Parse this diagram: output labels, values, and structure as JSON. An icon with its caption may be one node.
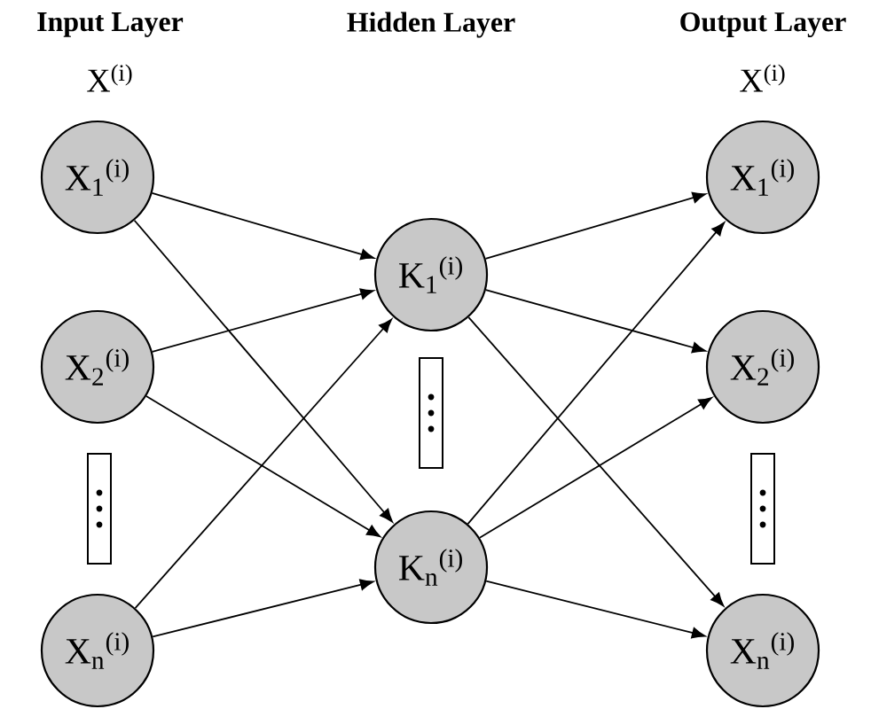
{
  "diagram": {
    "nodes": [
      {
        "text": [
          "X$_{1}$$^{(i)}$"
        ]
      },
      {
        "text": [
          "X$_{2}$$^{(i)}$"
        ]
      },
      {
        "text": [],
        "shape": "box"
      },
      {
        "text": [
          "X$_{n}$$^{(i)}$"
        ]
      },
      {
        "text": [
          "K$_{1}$$^{(i)}$"
        ]
      },
      {
        "text": [],
        "shape": "box"
      },
      {
        "text": [
          "K$_{n}$$^{(i)}$"
        ]
      },
      {
        "text": [
          "X$_{1}$$^{(i)}$"
        ]
      },
      {
        "text": [
          "X$_{2}$$^{(i)}$"
        ]
      },
      {
        "text": [],
        "shape": "box"
      },
      {
        "text": [
          "X$_{n}$$^{(i)}$"
        ]
      }
    ],
    "edges": [
      {
        "from": 0,
        "to": 4,
        "arrow": "to"
      },
      {
        "from": 0,
        "to": 6,
        "arrow": "to"
      },
      {
        "from": 1,
        "to": 4,
        "arrow": "to"
      },
      {
        "from": 1,
        "to": 6,
        "arrow": "to"
      },
      {
        "from": 3,
        "to": 4,
        "arrow": "to"
      },
      {
        "from": 3,
        "to": 6,
        "arrow": "to"
      },
      {
        "from": 4,
        "to": 7,
        "arrow": "to"
      },
      {
        "from": 4,
        "to": 8,
        "arrow": "to"
      },
      {
        "from": 4,
        "to": 10,
        "arrow": "to"
      },
      {
        "from": 6,
        "to": 7,
        "arrow": "to"
      },
      {
        "from": 6,
        "to": 8,
        "arrow": "to"
      },
      {
        "from": 6,
        "to": 10,
        "arrow": "to"
      }
    ],
    "labels": [
      "Input Layer",
      "Hidden Layer",
      "Output Layer",
      "X$^{(i)}$",
      "X$^{(i)}$"
    ]
  }
}
